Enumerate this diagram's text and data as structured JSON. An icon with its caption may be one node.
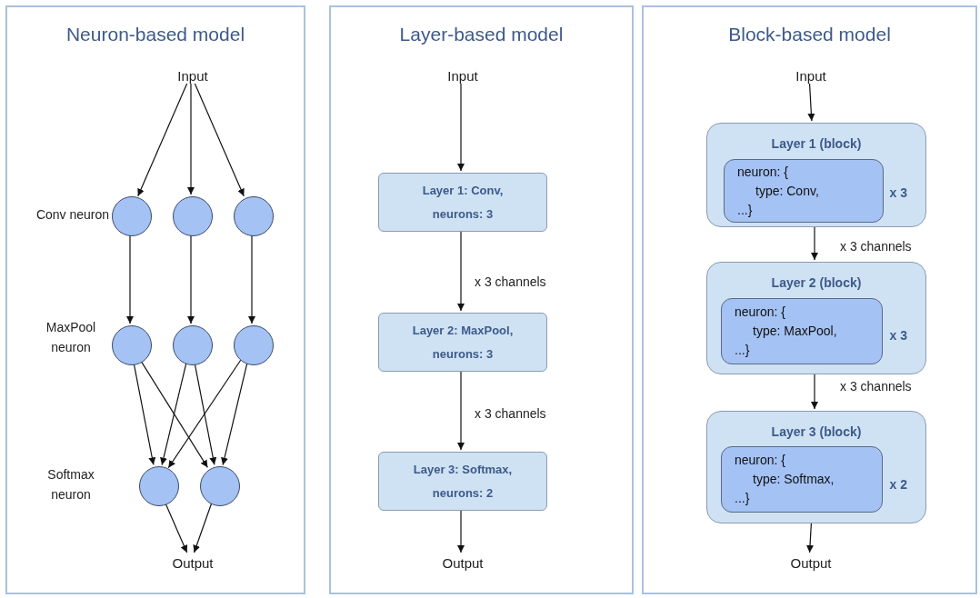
{
  "diagram": {
    "nodes": [
      {
        "text": [
          "Neuron-based model"
        ]
      },
      {
        "text": [
          "Input"
        ],
        "in": 0
      },
      {
        "text": [],
        "shape": "circle",
        "in": 0
      },
      {
        "text": [],
        "shape": "circle",
        "in": 0
      },
      {
        "text": [],
        "shape": "circle",
        "in": 0
      },
      {
        "text": [],
        "shape": "circle",
        "in": 0
      },
      {
        "text": [],
        "shape": "circle",
        "in": 0
      },
      {
        "text": [],
        "shape": "circle",
        "in": 0
      },
      {
        "text": [],
        "shape": "circle",
        "in": 0
      },
      {
        "text": [],
        "shape": "circle",
        "in": 0
      },
      {
        "text": [
          "Output"
        ],
        "in": 0
      },
      {
        "text": [
          "Layer-based model"
        ]
      },
      {
        "text": [
          "Input"
        ],
        "in": 11
      },
      {
        "text": [
          "Layer 1: Conv, neurons: 3"
        ],
        "in": 11
      },
      {
        "text": [
          "Layer 2: MaxPool, neurons: 3"
        ],
        "in": 11
      },
      {
        "text": [
          "Layer 3: Softmax, neurons: 2"
        ],
        "in": 11
      },
      {
        "text": [
          "Output"
        ],
        "in": 11
      },
      {
        "text": [
          "Block-based model"
        ]
      },
      {
        "text": [
          "Input"
        ],
        "in": 17
      },
      {
        "text": [
          "Layer 1 (block)",
          "x 3"
        ],
        "in": 17
      },
      {
        "text": [
          "neuron: {",
          "type: Conv,",
          "...}"
        ],
        "in": 19
      },
      {
        "text": [
          "Layer 2 (block)",
          "x 3"
        ],
        "in": 17
      },
      {
        "text": [
          "neuron: {",
          "type: MaxPool,",
          "...}"
        ],
        "in": 21
      },
      {
        "text": [
          "Layer 3 (block)",
          "x 2"
        ],
        "in": 17
      },
      {
        "text": [
          "neuron: {",
          "type: Softmax,",
          "...}"
        ],
        "in": 23
      },
      {
        "text": [
          "Output"
        ],
        "in": 17
      }
    ],
    "edges": [
      {
        "from": 1,
        "to": 2,
        "arrow": "to"
      },
      {
        "from": 1,
        "to": 3,
        "arrow": "to"
      },
      {
        "from": 1,
        "to": 4,
        "arrow": "to"
      },
      {
        "from": 2,
        "to": 5,
        "arrow": "to"
      },
      {
        "from": 3,
        "to": 6,
        "arrow": "to"
      },
      {
        "from": 4,
        "to": 7,
        "arrow": "to"
      },
      {
        "from": 5,
        "to": 8,
        "arrow": "to"
      },
      {
        "from": 5,
        "to": 9,
        "arrow": "to"
      },
      {
        "from": 6,
        "to": 8,
        "arrow": "to"
      },
      {
        "from": 6,
        "to": 9,
        "arrow": "to"
      },
      {
        "from": 7,
        "to": 8,
        "arrow": "to"
      },
      {
        "from": 7,
        "to": 9,
        "arrow": "to"
      },
      {
        "from": 8,
        "to": 10,
        "arrow": "to"
      },
      {
        "from": 9,
        "to": 10,
        "arrow": "to"
      },
      {
        "from": 12,
        "to": 13,
        "arrow": "to"
      },
      {
        "from": 13,
        "to": 14,
        "arrow": "to",
        "label": "x 3 channels"
      },
      {
        "from": 14,
        "to": 15,
        "arrow": "to",
        "label": "x 3 channels"
      },
      {
        "from": 15,
        "to": 16,
        "arrow": "to"
      },
      {
        "from": 18,
        "to": 19,
        "arrow": "to"
      },
      {
        "from": 19,
        "to": 21,
        "arrow": "to",
        "label": "x 3 channels"
      },
      {
        "from": 21,
        "to": 23,
        "arrow": "to",
        "label": "x 3 channels"
      },
      {
        "from": 23,
        "to": 25,
        "arrow": "to"
      }
    ],
    "labels": [
      "Conv neuron",
      "MaxPool neuron",
      "Softmax neuron"
    ]
  }
}
